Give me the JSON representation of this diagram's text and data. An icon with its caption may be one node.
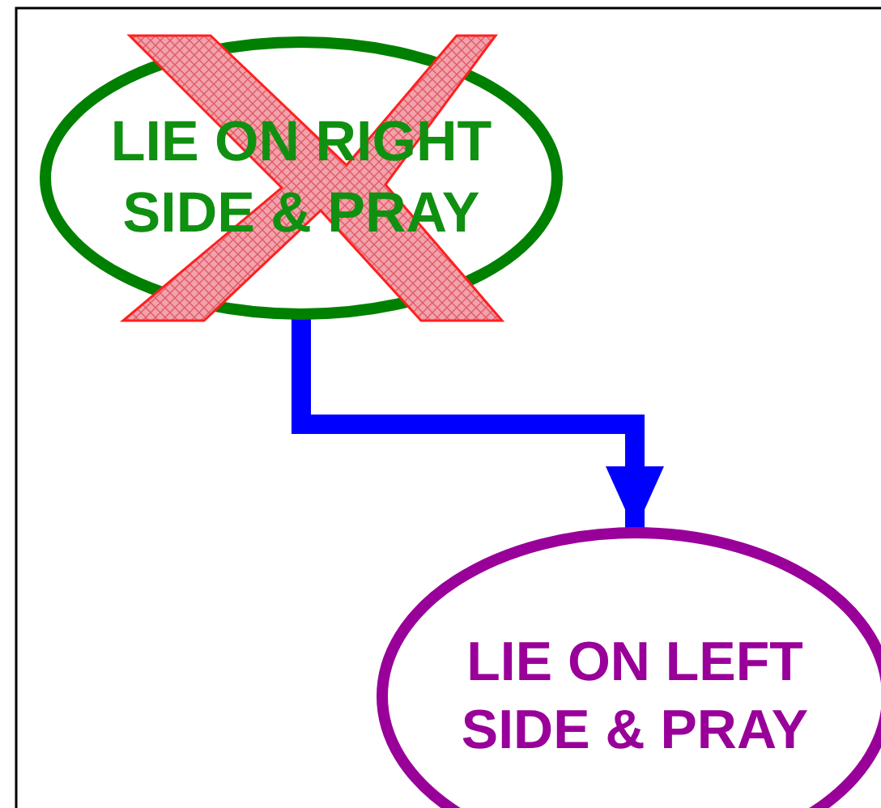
{
  "diagram": {
    "nodes": [
      {
        "text": [
          "LIE ON RIGHT SIDE & PRAY"
        ]
      },
      {
        "text": [
          "LIE ON LEFT SIDE & PRAY"
        ]
      }
    ],
    "edges": [
      {
        "from": 0,
        "to": 1,
        "arrow": "to",
        "color": "#0000ff"
      }
    ]
  }
}
